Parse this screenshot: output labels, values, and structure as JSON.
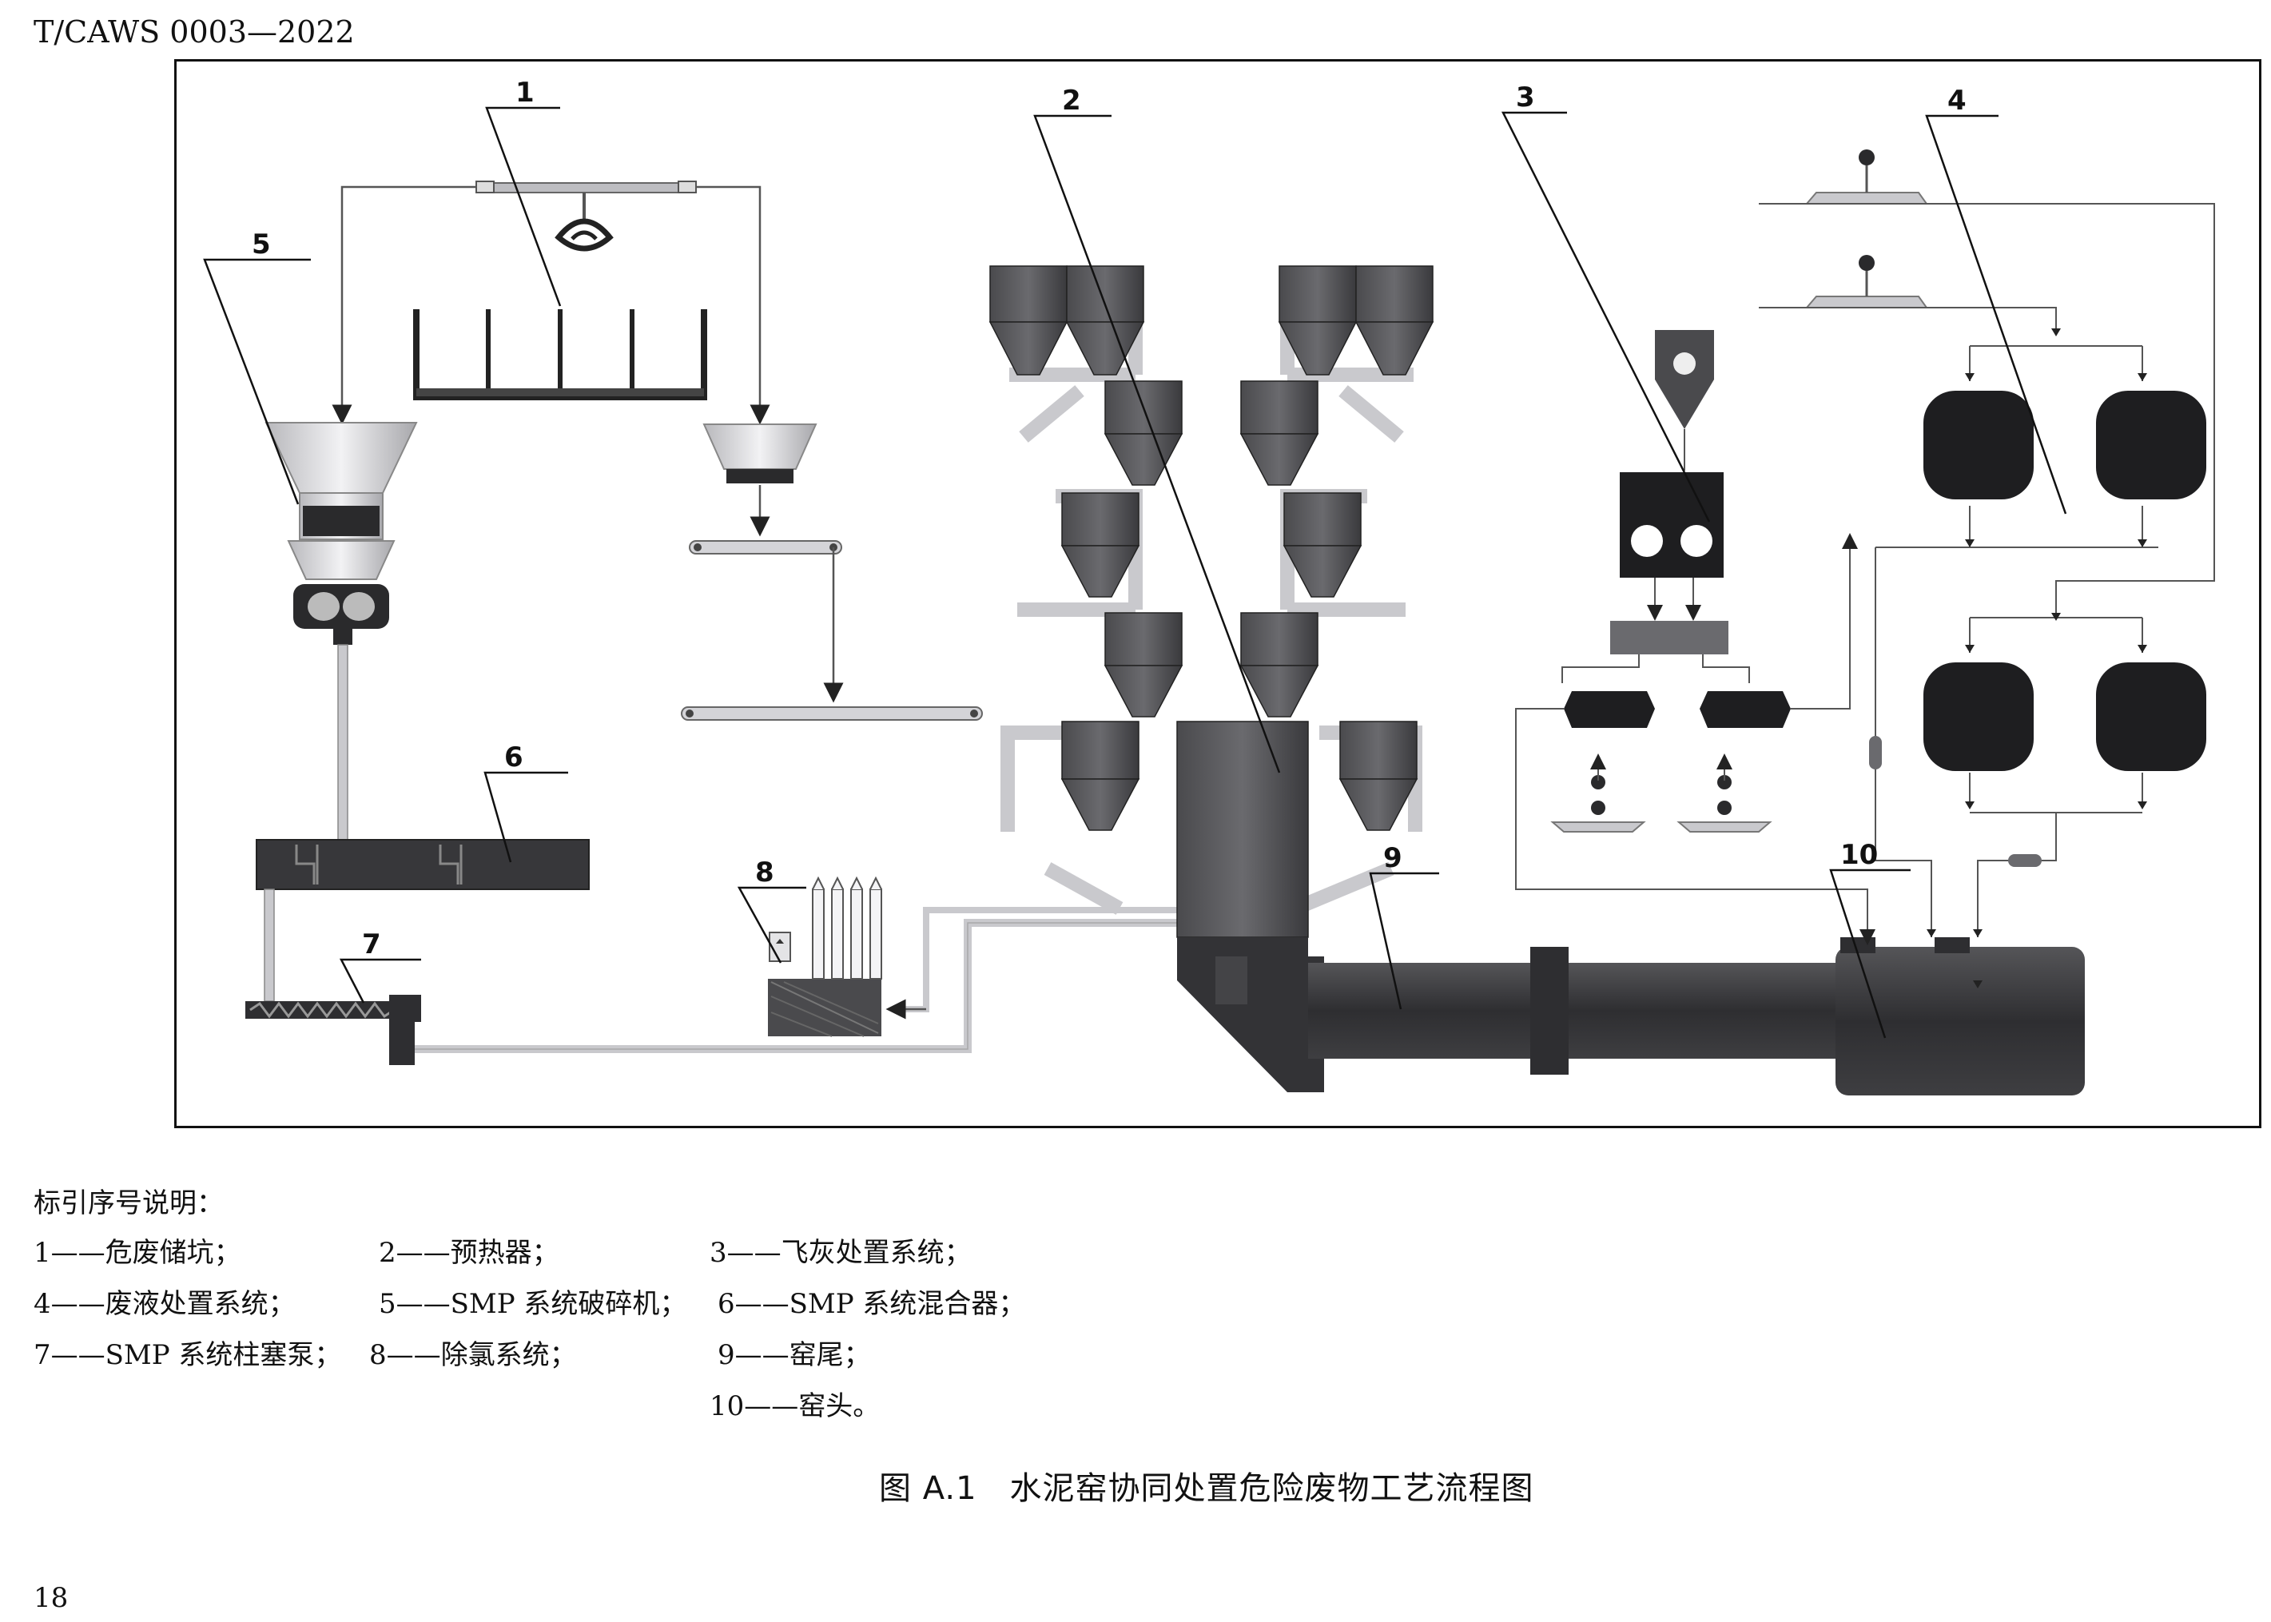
{
  "header": {
    "standard_id": "T/CAWS 0003—2022"
  },
  "diagram": {
    "callouts": [
      "1",
      "2",
      "3",
      "4",
      "5",
      "6",
      "7",
      "8",
      "9",
      "10"
    ],
    "colors": {
      "equipment": "#3d3d3f",
      "equipment_dark": "#1e1e20",
      "pipe": "#c9c9cd",
      "line": "#111111"
    }
  },
  "legend": {
    "title": "标引序号说明：",
    "items": [
      "1——危废储坑；",
      "2——预热器；",
      "3——飞灰处置系统；",
      "4——废液处置系统；",
      "5——SMP 系统破碎机；",
      "6——SMP 系统混合器；",
      "7——SMP 系统柱塞泵；",
      "8——除氯系统；",
      "9——窑尾；",
      "10——窑头。"
    ]
  },
  "caption": "图 A.1　水泥窑协同处置危险废物工艺流程图",
  "footer": {
    "page_number": "18"
  }
}
